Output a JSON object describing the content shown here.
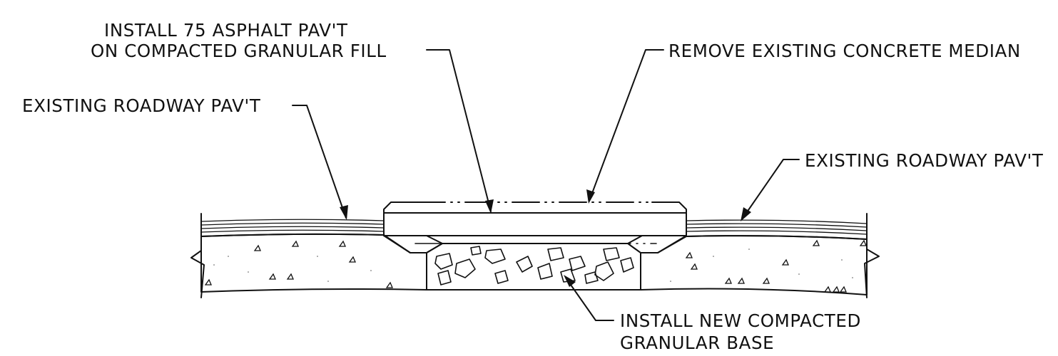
{
  "diagram": {
    "callouts": {
      "asphalt": {
        "line1": "INSTALL 75 ASPHALT PAV'T",
        "line2": "ON COMPACTED GRANULAR FILL"
      },
      "remove_median": "REMOVE EXISTING CONCRETE MEDIAN",
      "existing_left": "EXISTING ROADWAY PAV'T",
      "existing_right": "EXISTING ROADWAY PAV'T",
      "granular_base": {
        "line1": "INSTALL NEW COMPACTED",
        "line2": "GRANULAR BASE"
      }
    },
    "colors": {
      "linework": "#111111",
      "asphalt_fill": "#c9c9c9",
      "background": "#ffffff"
    }
  }
}
